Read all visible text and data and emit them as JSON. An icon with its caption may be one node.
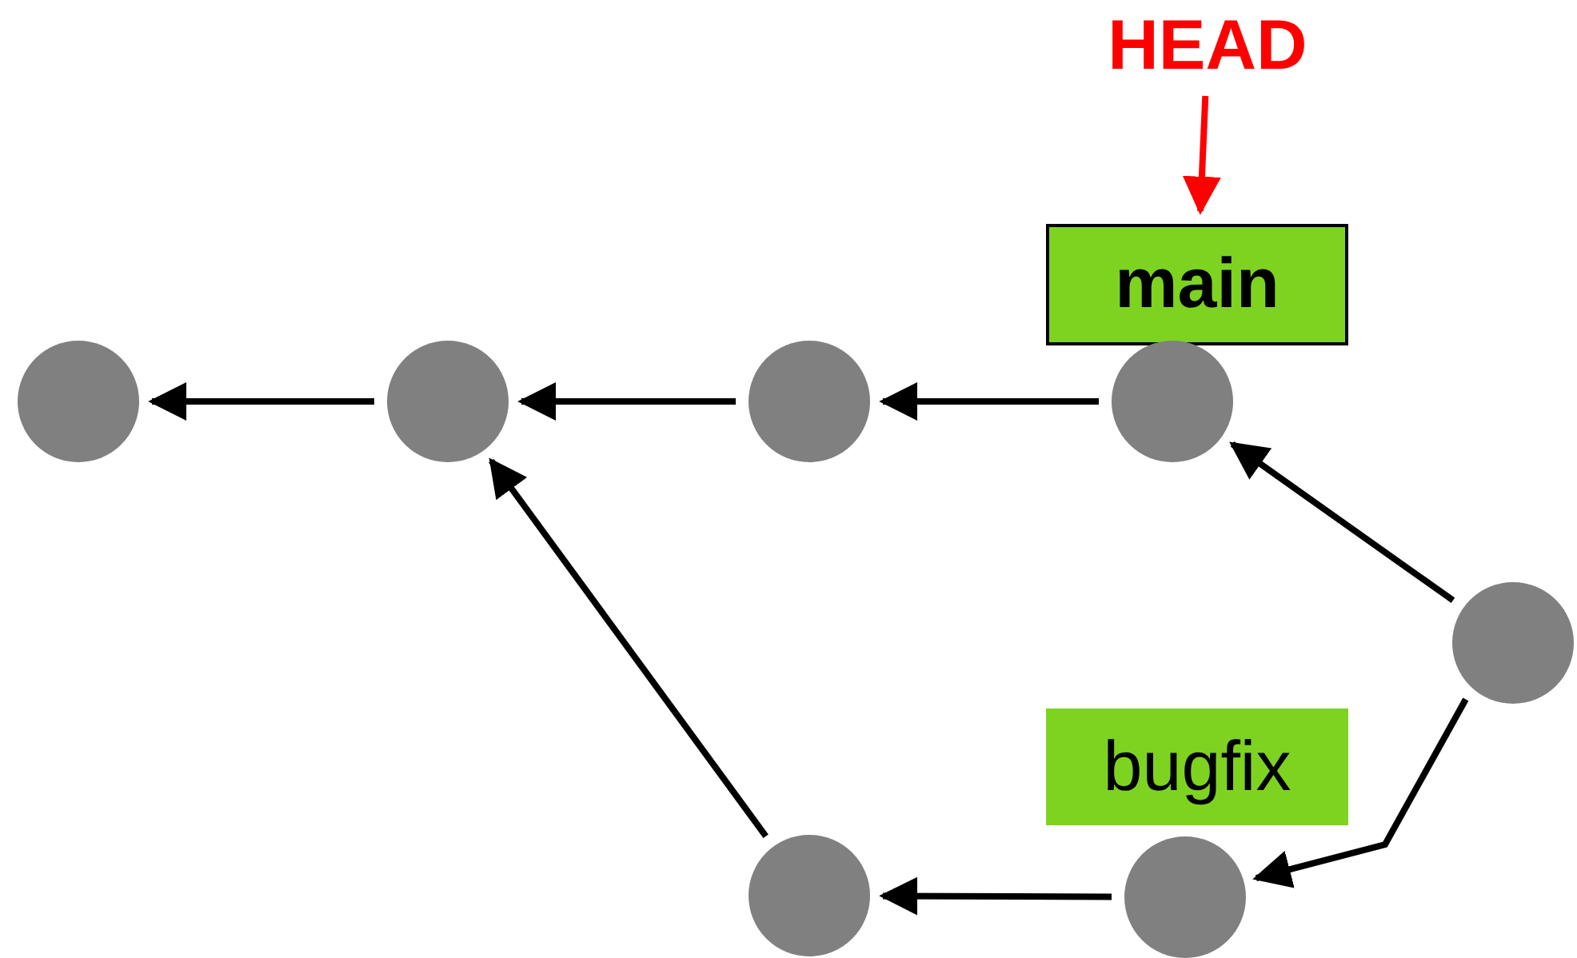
{
  "diagram": {
    "nodes": [
      {
        "text": [
          "HEAD"
        ]
      },
      {
        "text": [
          "main"
        ]
      },
      {
        "text": [],
        "shape": "circle"
      },
      {
        "text": [],
        "shape": "circle"
      },
      {
        "text": [],
        "shape": "circle"
      },
      {
        "text": [],
        "shape": "circle"
      },
      {
        "text": [],
        "shape": "circle"
      },
      {
        "text": [
          "bugfix"
        ]
      },
      {
        "text": [],
        "shape": "circle"
      },
      {
        "text": [],
        "shape": "circle"
      }
    ],
    "edges": [
      {
        "from": 0,
        "to": 1,
        "arrow": "to",
        "color": "#ff0000"
      },
      {
        "from": 3,
        "to": 2,
        "arrow": "to"
      },
      {
        "from": 4,
        "to": 3,
        "arrow": "to"
      },
      {
        "from": 5,
        "to": 4,
        "arrow": "to"
      },
      {
        "from": 6,
        "to": 5,
        "arrow": "to"
      },
      {
        "from": 6,
        "to": 9,
        "arrow": "to"
      },
      {
        "from": 9,
        "to": 8,
        "arrow": "to"
      },
      {
        "from": 8,
        "to": 3,
        "arrow": "to"
      }
    ]
  }
}
